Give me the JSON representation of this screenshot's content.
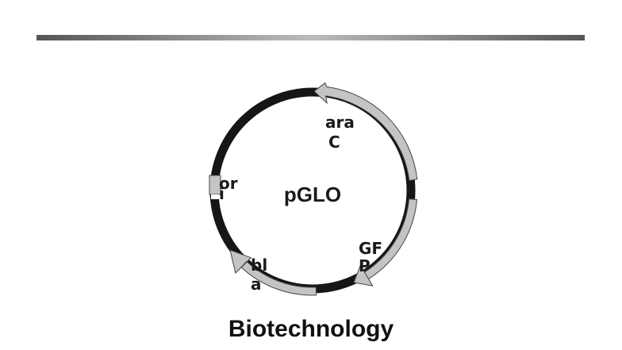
{
  "plasmid": {
    "name": "pGLO",
    "features": [
      {
        "id": "araC",
        "lines": [
          "ara",
          "C"
        ]
      },
      {
        "id": "GFP",
        "lines": [
          "GF",
          "P"
        ]
      },
      {
        "id": "bla",
        "lines": [
          "bl",
          "a"
        ]
      },
      {
        "id": "ori",
        "lines": [
          "or",
          "i"
        ]
      }
    ]
  },
  "footer": {
    "title": "Biotechnology"
  },
  "colors": {
    "backbone": "#161616",
    "gene": "#c4c4c4",
    "gene_outline": "#444444",
    "text": "#1a1a1a"
  }
}
